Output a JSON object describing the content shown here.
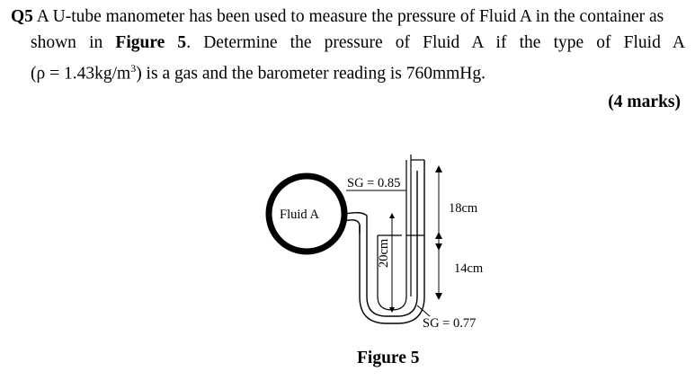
{
  "question": {
    "number": "Q5",
    "line1": "A U-tube manometer has been used to measure the pressure of Fluid A in the container as",
    "line2_a": "shown in",
    "line2_fig": "Figure 5",
    "line2_b": ". Determine the pressure of Fluid A if the type of Fluid A",
    "line3_a": "(ρ = 1.43kg/m",
    "line3_sup": "3",
    "line3_b": ") is a gas and the barometer reading is 760mmHg.",
    "marks": "(4 marks)"
  },
  "figure": {
    "container_label": "Fluid A",
    "sg_top": "SG = 0.85",
    "sg_bottom": "SG = 0.77",
    "dim_18": "18cm",
    "dim_14": "14cm",
    "dim_20": "20cm",
    "caption": "Figure 5"
  }
}
